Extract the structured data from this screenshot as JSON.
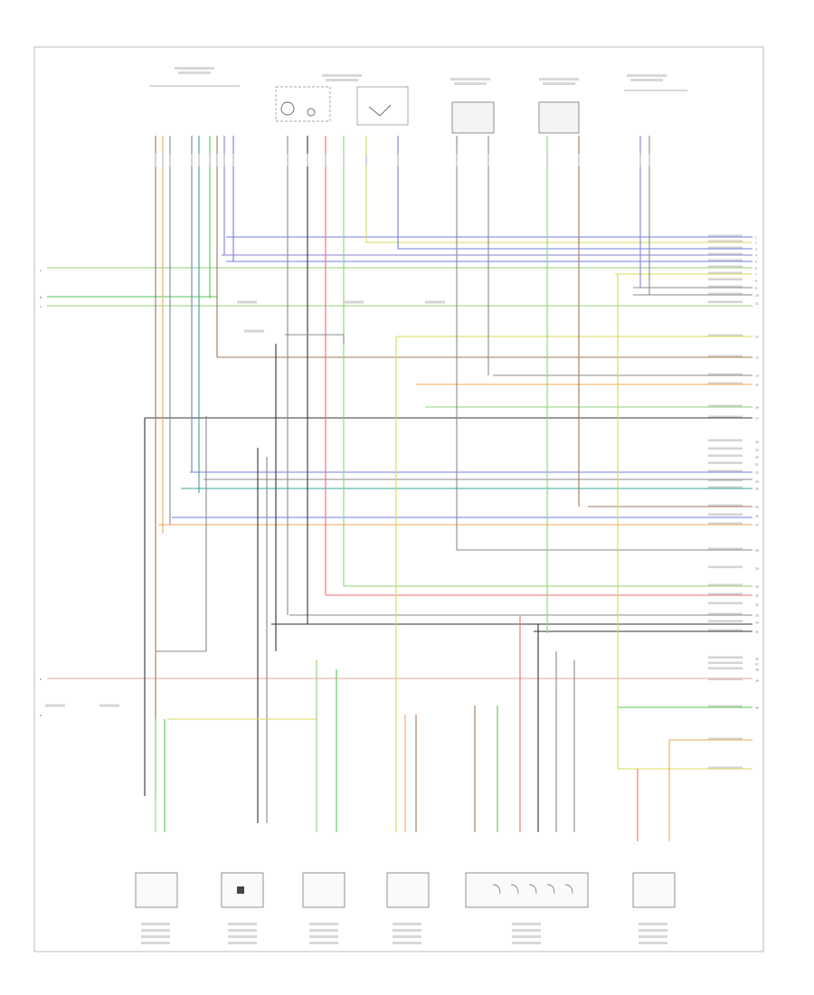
{
  "diagram": {
    "reference": "",
    "colors": {
      "frame": "#bbbbbb",
      "ground": "#555555",
      "violet": "#8b7fd6",
      "blue": "#6f7fe0",
      "light_green": "#8fd27a",
      "green": "#58c558",
      "yellow": "#d8d85a",
      "red": "#ef6d6d",
      "orange": "#f0a85a",
      "brown": "#a0785a",
      "gray": "#8a8a8a",
      "teal": "#3aa39b",
      "black": "#333333",
      "pink": "#f2a0a0"
    },
    "top_components": [
      {
        "id": "left-sensor-group",
        "title": ""
      },
      {
        "id": "left-headlight-assembly",
        "title": ""
      },
      {
        "id": "left-switch",
        "title": ""
      },
      {
        "id": "right-front-sensor",
        "title": ""
      },
      {
        "id": "right-rear-sensor",
        "title": ""
      },
      {
        "id": "right-rear-module",
        "title": ""
      }
    ],
    "bottom_components": [
      {
        "id": "left-front-sensor-module",
        "title": ""
      },
      {
        "id": "door-lock-module",
        "title": ""
      },
      {
        "id": "left-rear-module",
        "title": ""
      },
      {
        "id": "fuel-sender",
        "title": ""
      },
      {
        "id": "rear-light-cluster",
        "title": ""
      },
      {
        "id": "right-rear-lamp",
        "title": ""
      }
    ],
    "right_connector_pins": [
      "1",
      "2",
      "3",
      "4",
      "5",
      "6",
      "7",
      "8",
      "9",
      "10",
      "11",
      "12",
      "13",
      "14",
      "15",
      "16",
      "17",
      "18",
      "19",
      "20",
      "21",
      "22",
      "23",
      "24",
      "25",
      "26",
      "27",
      "28",
      "29",
      "30",
      "31",
      "32",
      "33",
      "34",
      "35",
      "36",
      "37",
      "38",
      "39",
      "40"
    ],
    "left_connector_pins": [
      "A",
      "B",
      "C",
      "D",
      "E"
    ]
  }
}
